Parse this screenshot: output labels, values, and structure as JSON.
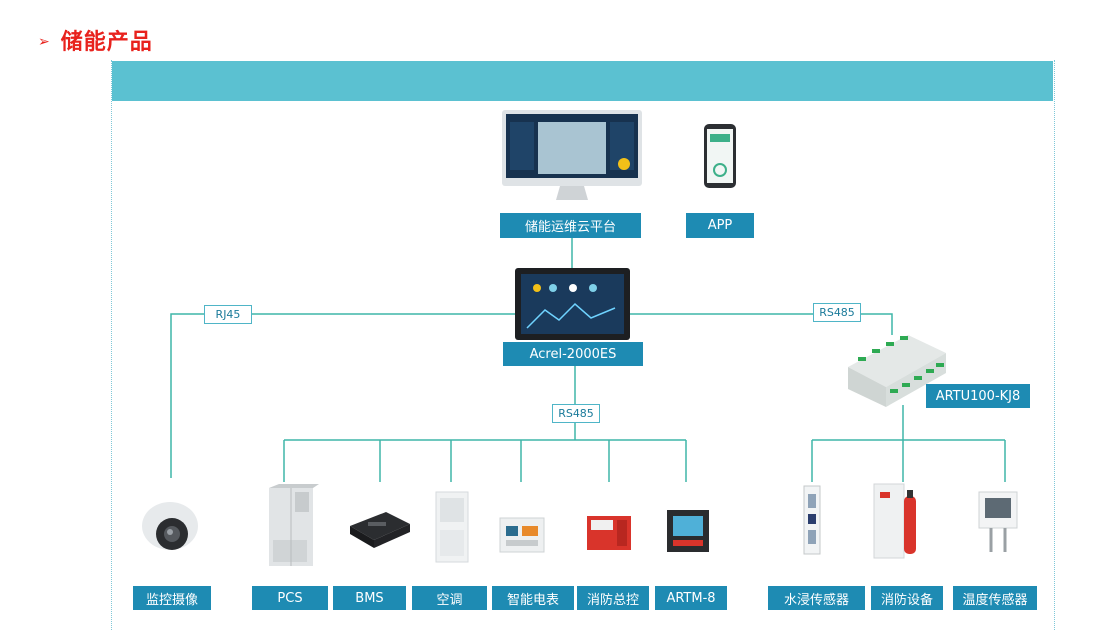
{
  "heading": {
    "arrow": "➢",
    "title": "储能产品"
  },
  "cloud": {
    "label": "储能运维云平台",
    "app_label": "APP"
  },
  "gateway": {
    "label": "Acrel-2000ES"
  },
  "artu": {
    "label": "ARTU100-KJ8"
  },
  "links": {
    "rj45": "RJ45",
    "rs485_right": "RS485",
    "rs485_bottom": "RS485"
  },
  "devices": [
    {
      "label": "监控摄像"
    },
    {
      "label": "PCS"
    },
    {
      "label": "BMS"
    },
    {
      "label": "空调"
    },
    {
      "label": "智能电表"
    },
    {
      "label": "消防总控"
    },
    {
      "label": "ARTM-8"
    },
    {
      "label": "水浸传感器"
    },
    {
      "label": "消防设备"
    },
    {
      "label": "温度传感器"
    }
  ],
  "colors": {
    "heading": "#e8221d",
    "banner": "#5bc1d1",
    "label_bg": "#1e8bb3",
    "line": "#3fb6a8"
  }
}
